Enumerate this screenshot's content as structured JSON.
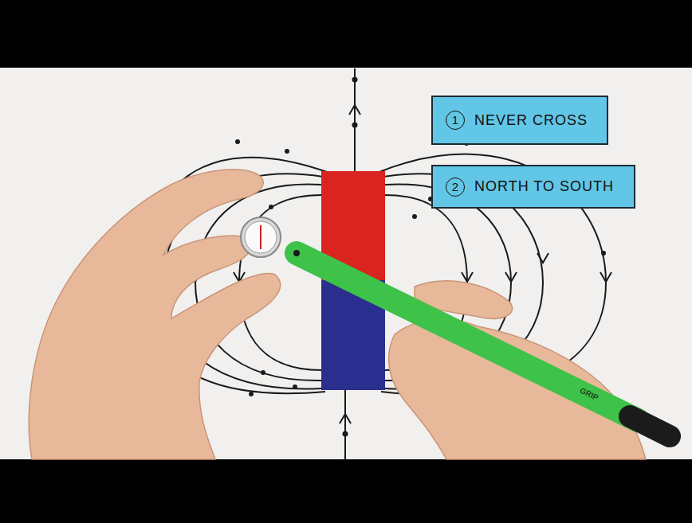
{
  "diagram": {
    "nodes": [
      {
        "text": [
          "1",
          "NEVER CROSS"
        ]
      },
      {
        "text": [
          "2",
          "NORTH TO SOUTH"
        ]
      }
    ],
    "labels": [
      "GRIP"
    ]
  }
}
